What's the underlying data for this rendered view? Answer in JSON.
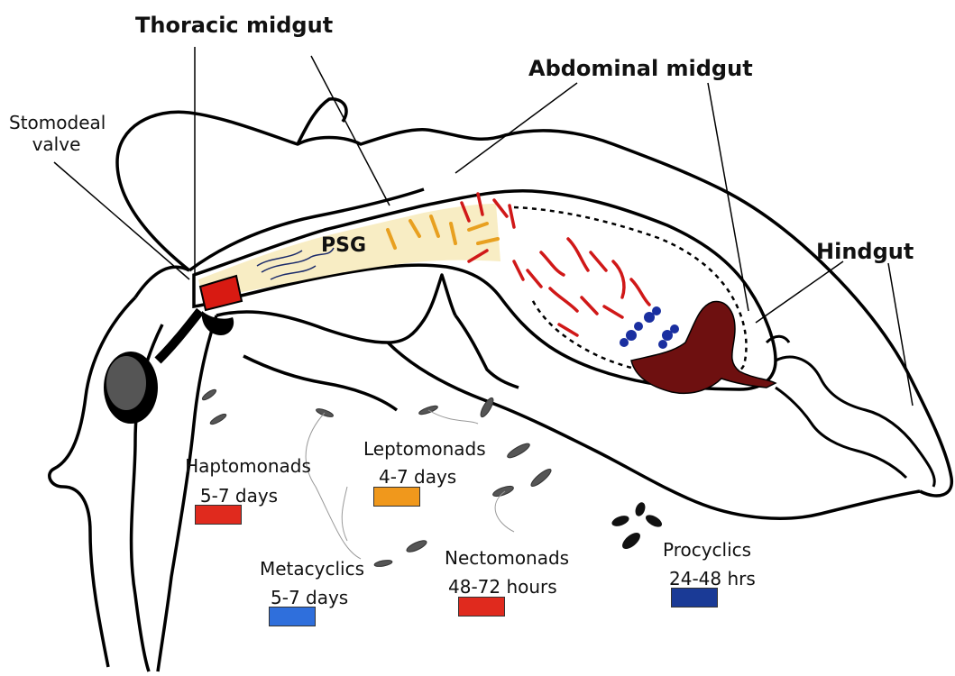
{
  "regions": {
    "thoracic_midgut": "Thoracic midgut",
    "abdominal_midgut": "Abdominal midgut",
    "stomodeal_valve_line1": "Stomodeal",
    "stomodeal_valve_line2": "valve",
    "hindgut": "Hindgut",
    "psg": "PSG"
  },
  "stages": [
    {
      "name": "Haptomonads",
      "duration": "5-7 days",
      "color": "#e02a1e"
    },
    {
      "name": "Leptomonads",
      "duration": "4-7 days",
      "color": "#f0981c"
    },
    {
      "name": "Metacyclics",
      "duration": "5-7 days",
      "color": "#2f6fdc"
    },
    {
      "name": "Nectomonads",
      "duration": "48-72 hours",
      "color": "#e02a1e"
    },
    {
      "name": "Procyclics",
      "duration": "24-48 hrs",
      "color": "#1a3a96"
    }
  ],
  "colors": {
    "psg_fill": "#f8edc4",
    "nectomonad_red": "#d01818",
    "haptomonad_band": "#d81a12",
    "leptomonad_orange": "#e8a020",
    "procyclic_blue": "#1a2fa0",
    "blood_meal": "#6e1010"
  }
}
